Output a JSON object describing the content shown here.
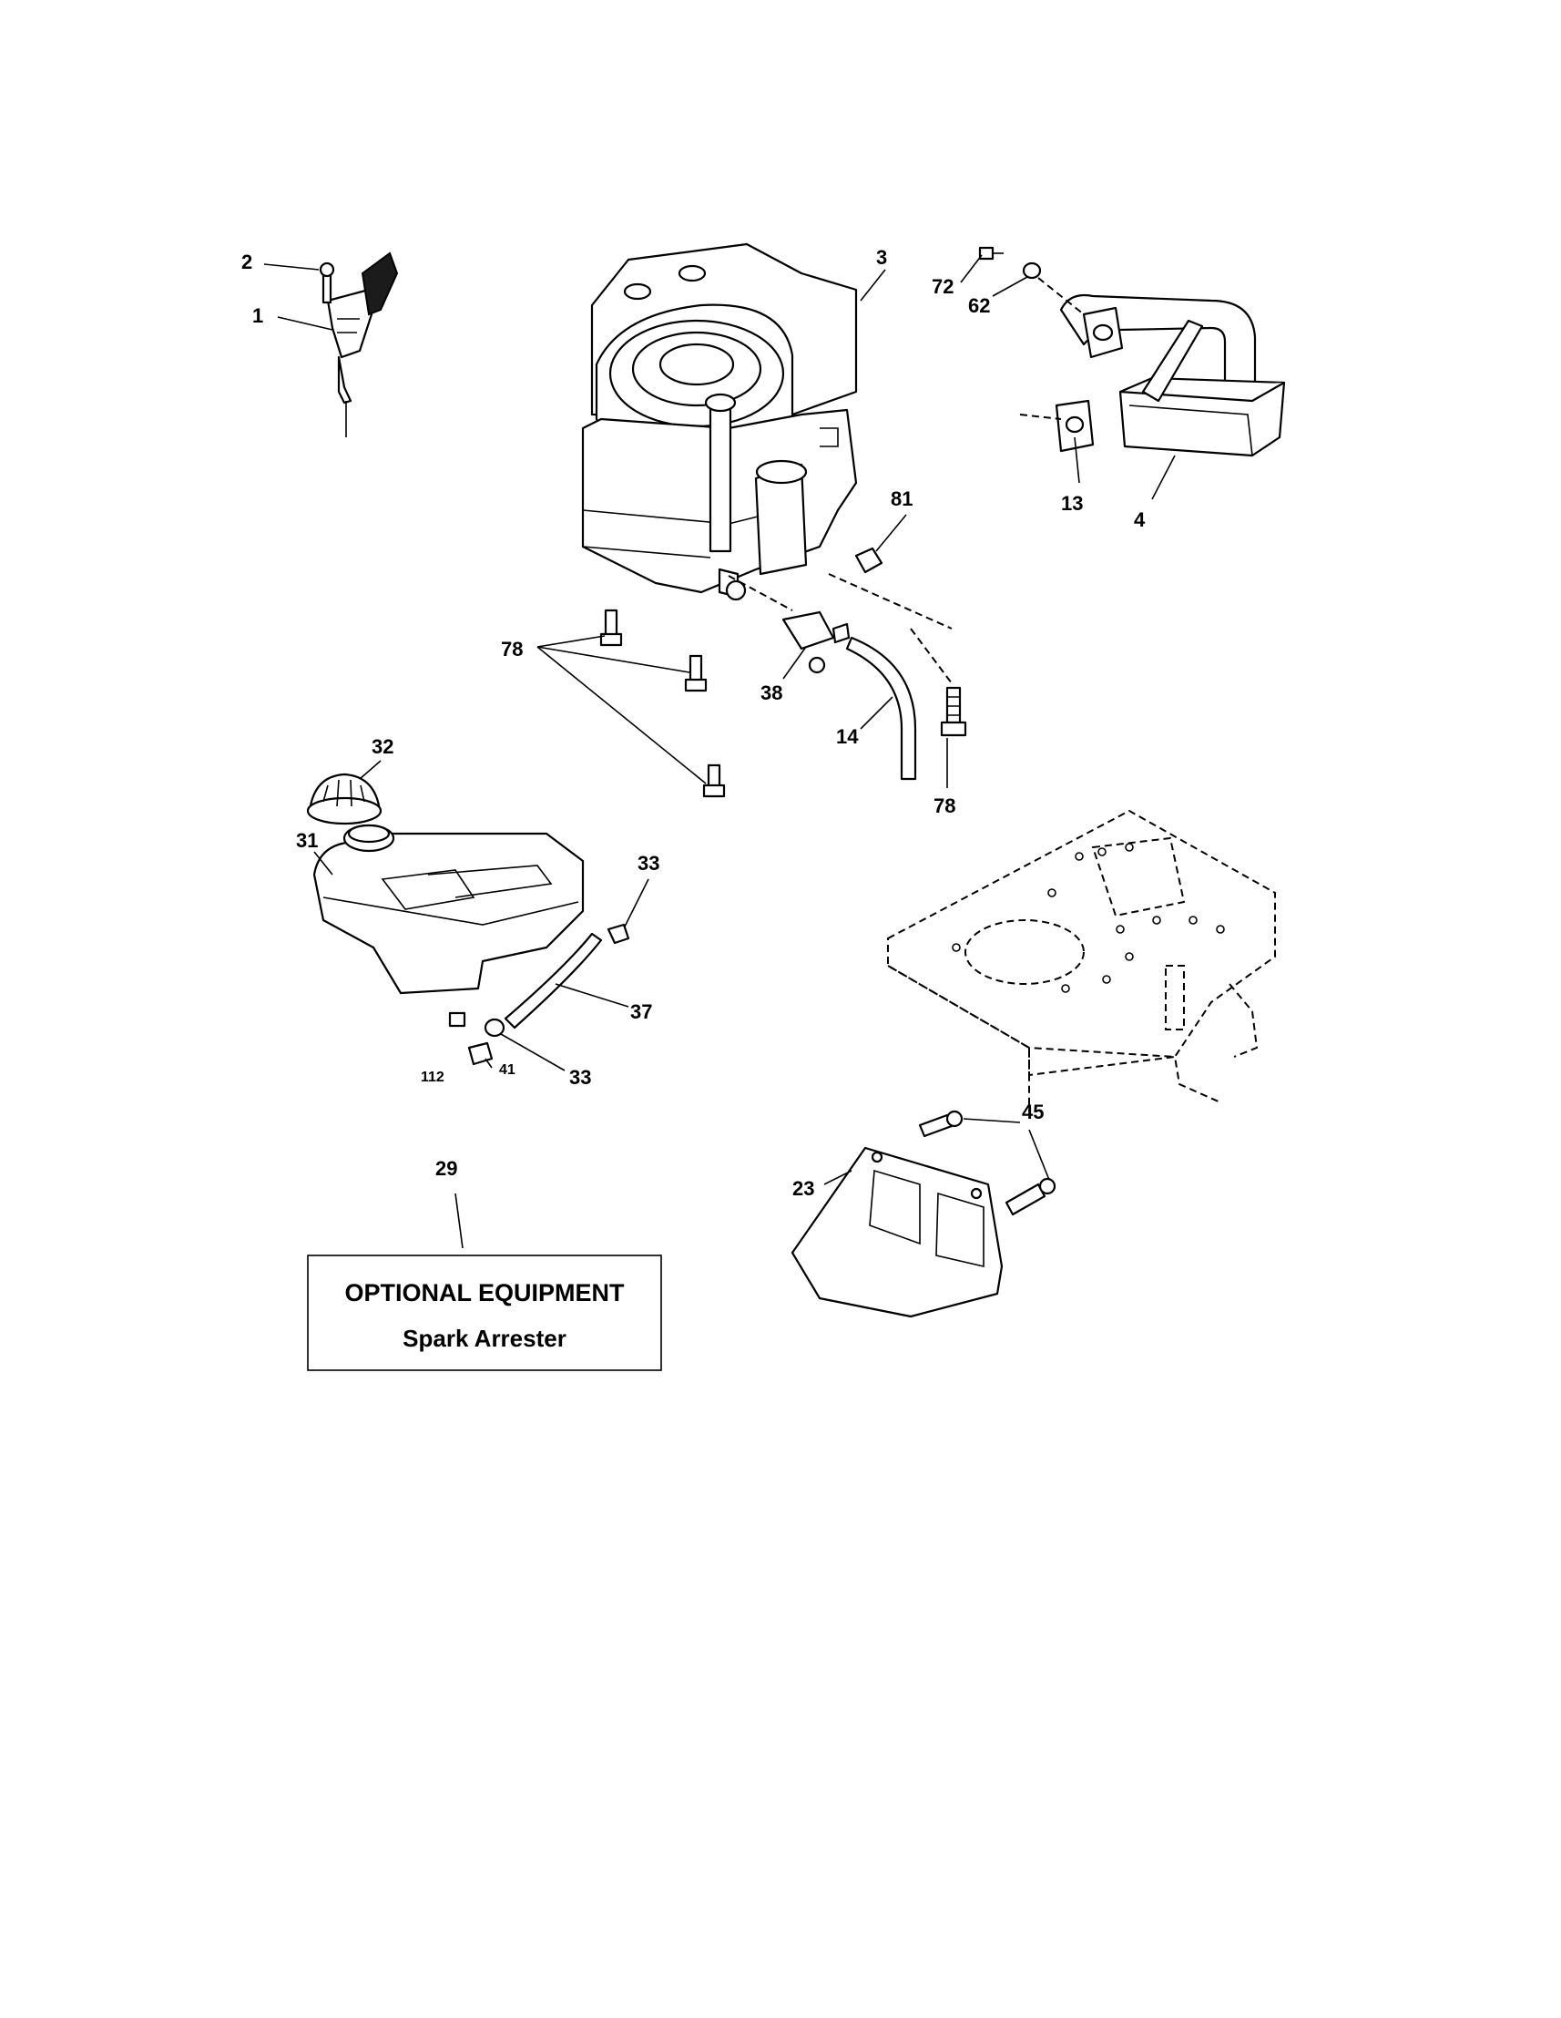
{
  "callouts": {
    "c1": "1",
    "c2": "2",
    "c3": "3",
    "c4": "4",
    "c13": "13",
    "c14": "14",
    "c23": "23",
    "c29": "29",
    "c31": "31",
    "c32": "32",
    "c33a": "33",
    "c33b": "33",
    "c37": "37",
    "c38": "38",
    "c41": "41",
    "c45": "45",
    "c62": "62",
    "c72": "72",
    "c78a": "78",
    "c78b": "78",
    "c81": "81",
    "c112": "112"
  },
  "optional_box": {
    "heading": "OPTIONAL EQUIPMENT",
    "item": "Spark Arrester"
  }
}
